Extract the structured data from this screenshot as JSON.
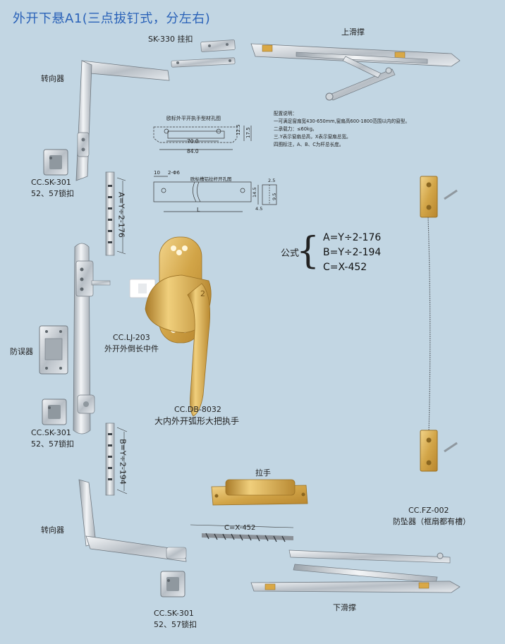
{
  "title": "外开下悬A1(三点拔钉式，分左右)",
  "parts": {
    "sk330": "SK-330 挂扣",
    "upper_stay": "上滑撑",
    "top_corner": "转向器",
    "sk301_top_code": "CC.SK-301",
    "sk301_top_desc": "52、57锁扣",
    "anti_misuse": "防误器",
    "lj203_code": "CC.LJ-203",
    "lj203_desc": "外开外倒长中件",
    "sk301_mid_code": "CC.SK-301",
    "sk301_mid_desc": "52、57锁扣",
    "handle_code": "CC.DB-8032",
    "handle_desc": "大内外开弧形大把执手",
    "pull": "拉手",
    "fz_code": "CC.FZ-002",
    "fz_desc": "防坠器（框扇都有槽）",
    "bottom_corner": "转向器",
    "sk301_bot_code": "CC.SK-301",
    "sk301_bot_desc": "52、57锁扣",
    "lower_stay": "下滑撑"
  },
  "dims": {
    "A": "A=Y÷2-176",
    "B": "B=Y÷2-194",
    "C": "C=X-452"
  },
  "formula": {
    "label": "公式",
    "lines": [
      "A=Y÷2-176",
      "B=Y÷2-194",
      "C=X-452"
    ]
  },
  "diagram_top": {
    "title": "欧标外平开执手型材孔图",
    "d70": "70.0",
    "d84": "84.0",
    "d12_5": "12.5",
    "d17_5": "17.5"
  },
  "diagram_bot": {
    "title": "欧标槽铝拉杆开孔图",
    "d10": "10",
    "holes": "2-Φ6",
    "L": "L",
    "d14_5": "14.5",
    "d2_5": "2.5",
    "d4_5": "4.5",
    "d9_5": "9.5"
  },
  "config": {
    "title": "配置说明：",
    "lines": [
      "一可满足窗扇宽430-650mm,窗扇高600-1800范围以内的窗型。",
      "二承载力：≤60kg。",
      "三.Y表示窗扇总高，X表示窗扇总宽。",
      "四图标注，A、B、C为杆总长度。"
    ]
  }
}
